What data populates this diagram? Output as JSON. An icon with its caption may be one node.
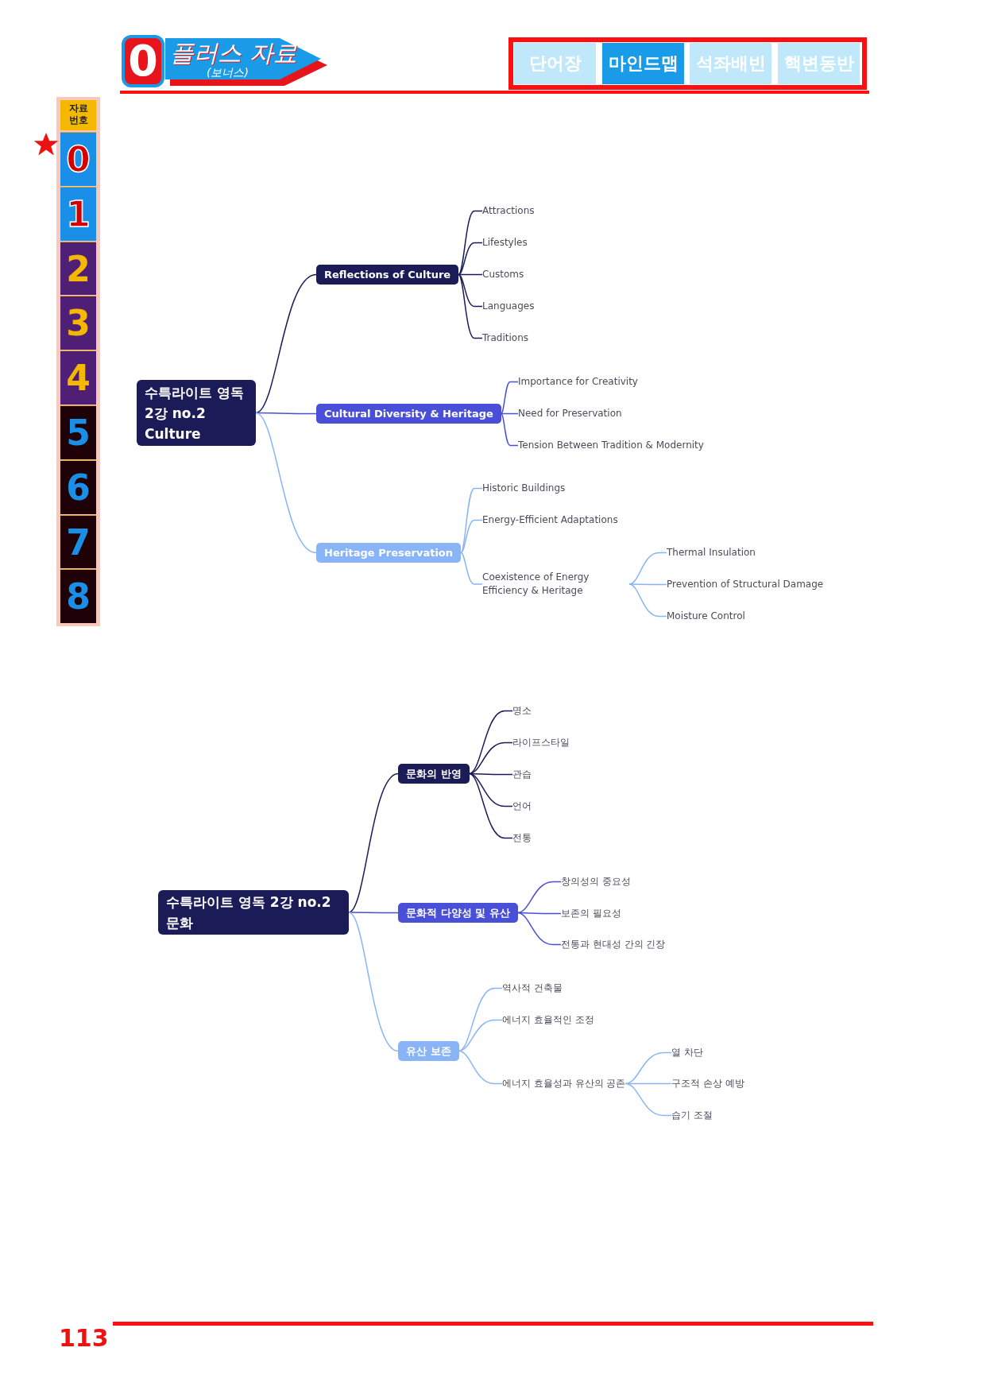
{
  "diagram": {
    "nodes": [
      {
        "text": [
          "0"
        ]
      },
      {
        "text": [
          "플러스 자료",
          "(보너스)"
        ]
      },
      {
        "text": [
          "단어장"
        ]
      },
      {
        "text": [
          "마인드맵"
        ]
      },
      {
        "text": [
          "석좌배빈"
        ]
      },
      {
        "text": [
          "핵변동반"
        ]
      },
      {
        "text": [
          "자료 번호"
        ]
      },
      {
        "text": [
          "0"
        ]
      },
      {
        "text": [
          "1"
        ]
      },
      {
        "text": [
          "2"
        ]
      },
      {
        "text": [
          "3"
        ]
      },
      {
        "text": [
          "4"
        ]
      },
      {
        "text": [
          "5"
        ]
      },
      {
        "text": [
          "6"
        ]
      },
      {
        "text": [
          "7"
        ]
      },
      {
        "text": [
          "8"
        ]
      },
      {
        "text": [
          "수특라이트 영독 2강 no.2 Culture"
        ]
      },
      {
        "text": [
          "Reflections of Culture"
        ]
      },
      {
        "text": [
          "Attractions"
        ]
      },
      {
        "text": [
          "Lifestyles"
        ]
      },
      {
        "text": [
          "Customs"
        ]
      },
      {
        "text": [
          "Languages"
        ]
      },
      {
        "text": [
          "Traditions"
        ]
      },
      {
        "text": [
          "Cultural Diversity & Heritage"
        ]
      },
      {
        "text": [
          "Importance for Creativity"
        ]
      },
      {
        "text": [
          "Need for Preservation"
        ]
      },
      {
        "text": [
          "Tension Between Tradition & Modernity"
        ]
      },
      {
        "text": [
          "Heritage Preservation"
        ]
      },
      {
        "text": [
          "Historic Buildings"
        ]
      },
      {
        "text": [
          "Energy-Efficient Adaptations"
        ]
      },
      {
        "text": [
          "Coexistence of Energy Efficiency & Heritage"
        ]
      },
      {
        "text": [
          "Thermal Insulation"
        ]
      },
      {
        "text": [
          "Prevention of Structural Damage"
        ]
      },
      {
        "text": [
          "Moisture Control"
        ]
      },
      {
        "text": [
          "수특라이트 영독 2강 no.2 문화"
        ]
      },
      {
        "text": [
          "문화의 반영"
        ]
      },
      {
        "text": [
          "명소"
        ]
      },
      {
        "text": [
          "라이프스타일"
        ]
      },
      {
        "text": [
          "관습"
        ]
      },
      {
        "text": [
          "언어"
        ]
      },
      {
        "text": [
          "전통"
        ]
      },
      {
        "text": [
          "문화적 다양성 및 유산"
        ]
      },
      {
        "text": [
          "창의성의 중요성"
        ]
      },
      {
        "text": [
          "보존의 필요성"
        ]
      },
      {
        "text": [
          "전통과 현대성 간의 긴장"
        ]
      },
      {
        "text": [
          "유산 보존"
        ]
      },
      {
        "text": [
          "역사적 건축물"
        ]
      },
      {
        "text": [
          "에너지 효율적인 조정"
        ]
      },
      {
        "text": [
          "에너지 효율성과 유산의 공존"
        ]
      },
      {
        "text": [
          "열 차단"
        ]
      },
      {
        "text": [
          "구조적 손상 예방"
        ]
      },
      {
        "text": [
          "습기 조절"
        ]
      }
    ],
    "edges": [
      {
        "from": 16,
        "to": 17,
        "arrow": "none",
        "color": "#1b1b58"
      },
      {
        "from": 17,
        "to": 18,
        "arrow": "none",
        "color": "#1b1b58"
      },
      {
        "from": 17,
        "to": 19,
        "arrow": "none",
        "color": "#1b1b58"
      },
      {
        "from": 17,
        "to": 20,
        "arrow": "none",
        "color": "#1b1b58"
      },
      {
        "from": 17,
        "to": 21,
        "arrow": "none",
        "color": "#1b1b58"
      },
      {
        "from": 17,
        "to": 22,
        "arrow": "none",
        "color": "#1b1b58"
      },
      {
        "from": 16,
        "to": 23,
        "arrow": "none",
        "color": "#4a4fd8"
      },
      {
        "from": 23,
        "to": 24,
        "arrow": "none",
        "color": "#4a4fd8"
      },
      {
        "from": 23,
        "to": 25,
        "arrow": "none",
        "color": "#4a4fd8"
      },
      {
        "from": 23,
        "to": 26,
        "arrow": "none",
        "color": "#4a4fd8"
      },
      {
        "from": 16,
        "to": 27,
        "arrow": "none"
      },
      {
        "from": 27,
        "to": 28,
        "arrow": "none"
      },
      {
        "from": 27,
        "to": 29,
        "arrow": "none"
      },
      {
        "from": 27,
        "to": 30,
        "arrow": "none"
      },
      {
        "from": 30,
        "to": 31,
        "arrow": "none"
      },
      {
        "from": 30,
        "to": 32,
        "arrow": "none"
      },
      {
        "from": 30,
        "to": 33,
        "arrow": "none"
      },
      {
        "from": 34,
        "to": 35,
        "arrow": "none",
        "color": "#1b1b58"
      },
      {
        "from": 35,
        "to": 36,
        "arrow": "none",
        "color": "#1b1b58"
      },
      {
        "from": 35,
        "to": 37,
        "arrow": "none",
        "color": "#1b1b58"
      },
      {
        "from": 35,
        "to": 38,
        "arrow": "none",
        "color": "#1b1b58"
      },
      {
        "from": 35,
        "to": 39,
        "arrow": "none",
        "color": "#1b1b58"
      },
      {
        "from": 35,
        "to": 40,
        "arrow": "none",
        "color": "#1b1b58"
      },
      {
        "from": 34,
        "to": 41,
        "arrow": "none",
        "color": "#4a4fd8"
      },
      {
        "from": 41,
        "to": 42,
        "arrow": "none",
        "color": "#4a4fd8"
      },
      {
        "from": 41,
        "to": 43,
        "arrow": "none",
        "color": "#4a4fd8"
      },
      {
        "from": 41,
        "to": 44,
        "arrow": "none",
        "color": "#4a4fd8"
      },
      {
        "from": 34,
        "to": 45,
        "arrow": "none"
      },
      {
        "from": 45,
        "to": 46,
        "arrow": "none"
      },
      {
        "from": 45,
        "to": 47,
        "arrow": "none"
      },
      {
        "from": 45,
        "to": 48,
        "arrow": "none"
      },
      {
        "from": 48,
        "to": 49,
        "arrow": "none"
      },
      {
        "from": 48,
        "to": 50,
        "arrow": "none"
      },
      {
        "from": 48,
        "to": 51,
        "arrow": "none"
      }
    ],
    "labels": [
      "113"
    ]
  }
}
